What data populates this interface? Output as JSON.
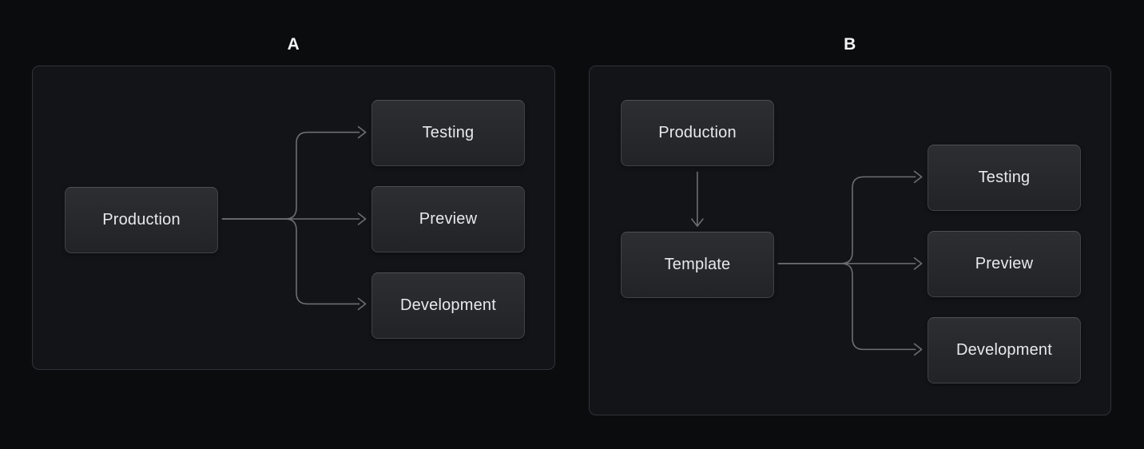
{
  "colors": {
    "background": "#0b0c0e",
    "panel_background": "#131418",
    "panel_border": "#2f3237",
    "node_background_top": "#2c2e32",
    "node_background_bottom": "#212327",
    "node_border": "#3f4247",
    "node_text": "#e8e9eb",
    "edge": "#6b6e73",
    "label_text": "#f3f4f6"
  },
  "diagrams": [
    {
      "label": "A",
      "nodes": [
        {
          "id": "production",
          "label": "Production"
        },
        {
          "id": "testing",
          "label": "Testing"
        },
        {
          "id": "preview",
          "label": "Preview"
        },
        {
          "id": "development",
          "label": "Development"
        }
      ],
      "edges": [
        {
          "from": "production",
          "to": "testing"
        },
        {
          "from": "production",
          "to": "preview"
        },
        {
          "from": "production",
          "to": "development"
        }
      ]
    },
    {
      "label": "B",
      "nodes": [
        {
          "id": "production",
          "label": "Production"
        },
        {
          "id": "template",
          "label": "Template"
        },
        {
          "id": "testing",
          "label": "Testing"
        },
        {
          "id": "preview",
          "label": "Preview"
        },
        {
          "id": "development",
          "label": "Development"
        }
      ],
      "edges": [
        {
          "from": "production",
          "to": "template"
        },
        {
          "from": "template",
          "to": "testing"
        },
        {
          "from": "template",
          "to": "preview"
        },
        {
          "from": "template",
          "to": "development"
        }
      ]
    }
  ]
}
